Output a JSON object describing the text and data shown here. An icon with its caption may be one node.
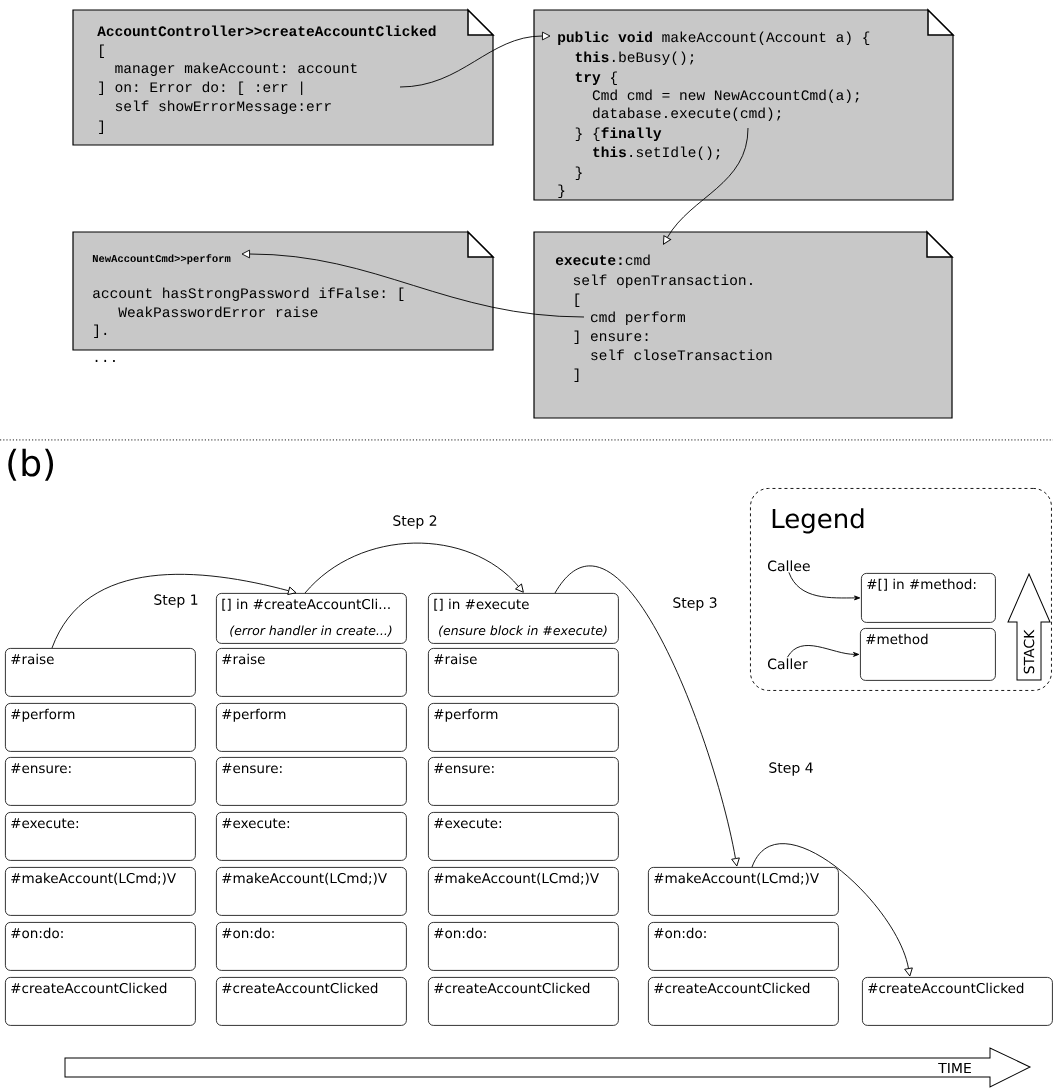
{
  "diagram": {
    "nodes": [
      {
        "text": [
          "AccountController>>createAccountClicked",
          "[",
          "manager makeAccount: account",
          "] on: Error do: [ :err |",
          "self showErrorMessage:err",
          "]"
        ]
      },
      {
        "text": [
          "**public void** makeAccount(Account a) {",
          "**this**.beBusy();",
          "**try** {",
          "Cmd cmd = new NewAccountCmd(a);",
          "database.execute(cmd);",
          "} {**finally**",
          "**this**.setIdle();",
          "}",
          "}"
        ]
      },
      {
        "text": [
          "NewAccountCmd>>perform",
          "account hasStrongPassword ifFalse: [",
          "WeakPasswordError raise",
          "]."
        ],
        "beside": [
          "..."
        ]
      },
      {
        "text": [
          "**execute:**cmd",
          "self openTransaction.",
          "[",
          "cmd perform",
          "] ensure:",
          "self closeTransaction",
          "]"
        ]
      },
      {
        "text": [
          "#raise"
        ]
      },
      {
        "text": [
          "#perform"
        ]
      },
      {
        "text": [
          "#ensure:"
        ]
      },
      {
        "text": [
          "#execute:"
        ]
      },
      {
        "text": [
          "#makeAccount(LCmd;)V"
        ]
      },
      {
        "text": [
          "#on:do:"
        ]
      },
      {
        "text": [
          "#createAccountClicked"
        ]
      },
      {
        "text": [
          "[] in #createAccountCli...",
          "(error handler in create...)"
        ]
      },
      {
        "text": [
          "#raise"
        ]
      },
      {
        "text": [
          "#perform"
        ]
      },
      {
        "text": [
          "#ensure:"
        ]
      },
      {
        "text": [
          "#execute:"
        ]
      },
      {
        "text": [
          "#makeAccount(LCmd;)V"
        ]
      },
      {
        "text": [
          "#on:do:"
        ]
      },
      {
        "text": [
          "#createAccountClicked"
        ]
      },
      {
        "text": [
          "[] in #execute",
          "(ensure block in #execute)"
        ]
      },
      {
        "text": [
          "#raise"
        ]
      },
      {
        "text": [
          "#perform"
        ]
      },
      {
        "text": [
          "#ensure:"
        ]
      },
      {
        "text": [
          "#execute:"
        ]
      },
      {
        "text": [
          "#makeAccount(LCmd;)V"
        ]
      },
      {
        "text": [
          "#on:do:"
        ]
      },
      {
        "text": [
          "#createAccountClicked"
        ]
      },
      {
        "text": [
          "#makeAccount(LCmd;)V"
        ]
      },
      {
        "text": [
          "#on:do:"
        ]
      },
      {
        "text": [
          "#createAccountClicked"
        ]
      },
      {
        "text": [
          "#createAccountClicked"
        ]
      },
      {
        "text": [
          "Legend"
        ]
      },
      {
        "text": [
          "Callee"
        ],
        "in": 31
      },
      {
        "text": [
          "#[] in #method:"
        ],
        "in": 31
      },
      {
        "text": [
          "Caller"
        ],
        "in": 31
      },
      {
        "text": [
          "#method"
        ],
        "in": 31
      },
      {
        "text": [
          "STACK"
        ],
        "in": 31
      },
      {
        "text": [
          "TIME"
        ]
      }
    ],
    "edges": [
      {
        "from": 0,
        "to": 1,
        "arrow": "to"
      },
      {
        "from": 1,
        "to": 3,
        "arrow": "to"
      },
      {
        "from": 3,
        "to": 2,
        "arrow": "to"
      },
      {
        "from": 4,
        "to": 11,
        "arrow": "to",
        "label": "Step 1"
      },
      {
        "from": 11,
        "to": 19,
        "arrow": "to",
        "label": "Step 2"
      },
      {
        "from": 19,
        "to": 27,
        "arrow": "to",
        "label": "Step 3"
      },
      {
        "from": 27,
        "to": 30,
        "arrow": "to",
        "label": "Step 4"
      },
      {
        "from": 32,
        "to": 33,
        "arrow": "to"
      },
      {
        "from": 34,
        "to": 35,
        "arrow": "to"
      }
    ],
    "labels": [
      "(b)"
    ]
  }
}
